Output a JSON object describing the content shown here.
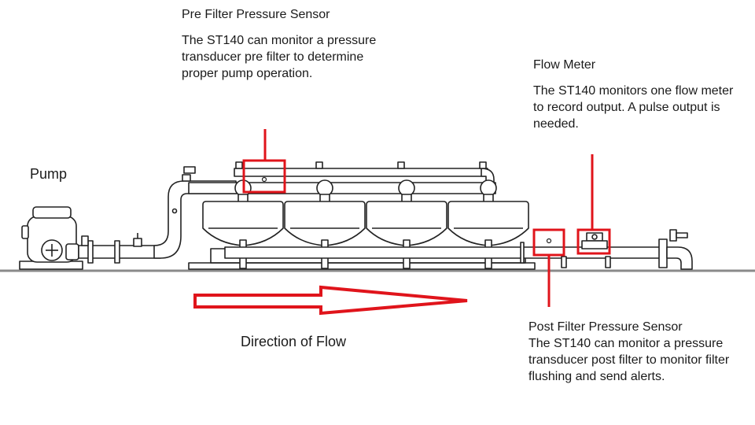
{
  "pre_filter": {
    "title": "Pre Filter Pressure Sensor",
    "description": "The ST140 can monitor a pressure transducer pre filter to determine proper pump operation."
  },
  "flow_meter": {
    "title": "Flow Meter",
    "description": "The ST140 monitors one flow meter to record output. A pulse output is needed."
  },
  "pump": {
    "label": "Pump"
  },
  "post_filter": {
    "title": "Post Filter Pressure Sensor",
    "description": "The ST140 can monitor a pressure transducer post filter to monitor filter flushing and send alerts."
  },
  "flow_direction": {
    "label": "Direction of Flow"
  },
  "colors": {
    "highlight": "#e0141b",
    "line": "#222222",
    "ground": "#8a8a8a"
  }
}
